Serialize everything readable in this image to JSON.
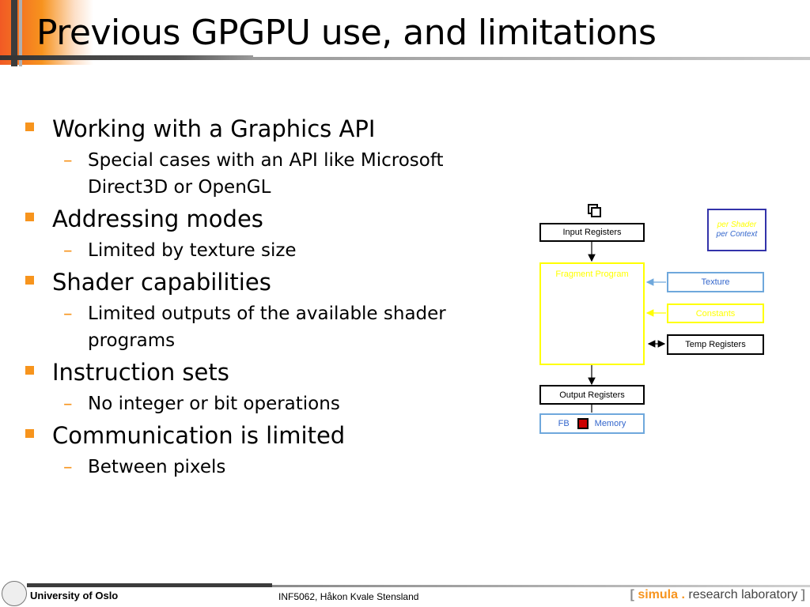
{
  "slide": {
    "title": "Previous GPGPU use, and limitations"
  },
  "bullets": [
    {
      "text": "Working with a Graphics API",
      "subs": [
        "Special cases with an API like Microsoft Direct3D or OpenGL"
      ]
    },
    {
      "text": "Addressing modes",
      "subs": [
        "Limited by texture size"
      ]
    },
    {
      "text": "Shader capabilities",
      "subs": [
        "Limited outputs of the available shader programs"
      ]
    },
    {
      "text": "Instruction sets",
      "subs": [
        "No integer or bit operations"
      ]
    },
    {
      "text": "Communication is limited",
      "subs": [
        "Between pixels"
      ]
    }
  ],
  "diagram": {
    "input_registers": "Input Registers",
    "fragment_program": "Fragment Program",
    "output_registers": "Output Registers",
    "fb": "FB",
    "memory": "Memory",
    "texture": "Texture",
    "constants": "Constants",
    "temp_registers": "Temp Registers",
    "legend_per_shader": "per Shader",
    "legend_per_context": "per Context",
    "colors": {
      "yellow": "#ffff00",
      "light_blue": "#6fa8dc",
      "legend_border": "#3333aa",
      "legend_blue": "#3366cc",
      "memory_red": "#cc0000"
    }
  },
  "footer": {
    "org": "University of Oslo",
    "course": "INF5062, Håkon Kvale Stensland",
    "lab_open": "[",
    "lab_brand": "simula",
    "lab_dot": ".",
    "lab_rest": "research laboratory",
    "lab_close": "]"
  },
  "colors": {
    "accent_orange": "#f7941d",
    "title_gradient_start": "#f15a24"
  }
}
